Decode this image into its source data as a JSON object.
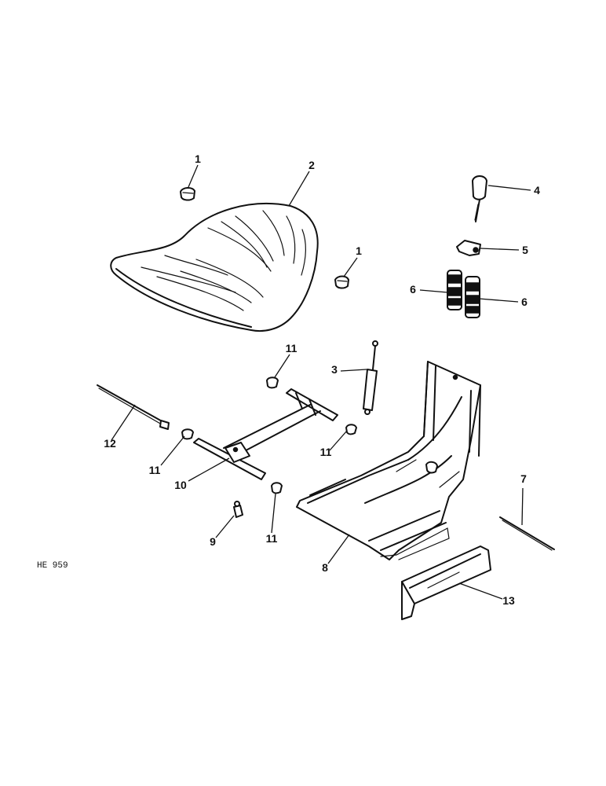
{
  "diagram": {
    "figure_code": "HE 959",
    "callouts": {
      "c1a": "1",
      "c1b": "1",
      "c2": "2",
      "c3": "3",
      "c4": "4",
      "c5": "5",
      "c6a": "6",
      "c6b": "6",
      "c7": "7",
      "c8": "8",
      "c9": "9",
      "c10": "10",
      "c11a": "11",
      "c11b": "11",
      "c11c": "11",
      "c11d": "11",
      "c12": "12",
      "c13": "13"
    }
  }
}
